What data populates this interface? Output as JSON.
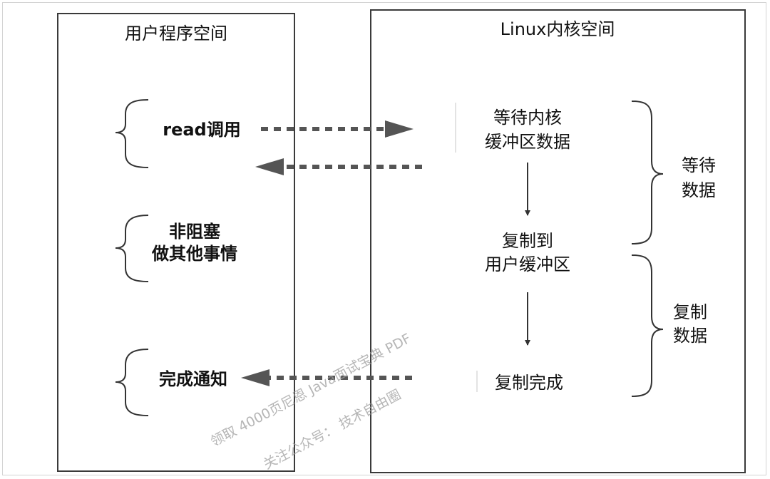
{
  "panels": {
    "user": {
      "title": "用户程序空间"
    },
    "kernel": {
      "title": "Linux内核空间"
    }
  },
  "user_steps": {
    "read_call": "read调用",
    "non_blocking_1": "非阻塞",
    "non_blocking_2": "做其他事情",
    "complete_notice": "完成通知"
  },
  "kernel_steps": {
    "wait_1": "等待内核",
    "wait_2": "缓冲区数据",
    "copy_1": "复制到",
    "copy_2": "用户缓冲区",
    "copy_done": "复制完成"
  },
  "phases": {
    "wait_1": "等待",
    "wait_2": "数据",
    "copy_1": "复制",
    "copy_2": "数据"
  },
  "watermark": {
    "line1": "领取 4000页尼恩 Java面试宝典 PDF",
    "line2": "关注公众号： 技术自由圈"
  },
  "colors": {
    "border": "#3a3a3a",
    "arrow": "#555555",
    "text": "#111111",
    "watermark": "#9e9e9e"
  }
}
